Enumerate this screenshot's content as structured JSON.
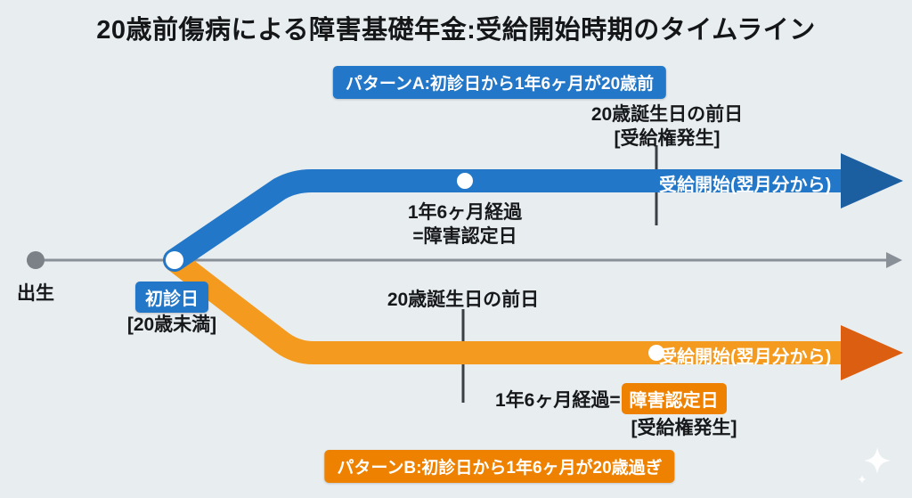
{
  "title": "20歳前傷病による障害基礎年金:受給開始時期のタイムライン",
  "colors": {
    "background": "#e8edf0",
    "blue_line": "#2277c8",
    "blue_arrowhead": "#1b5fa0",
    "orange_line": "#f49b1f",
    "orange_arrowhead": "#dc5e10",
    "badge_blue": "#2277c8",
    "badge_orange": "#ee8200",
    "timeline_gray": "#8a9097",
    "marker_line": "#3a3f45",
    "text": "#16181a"
  },
  "pattern_a": {
    "badge_label": "パターンA:初診日から1年6ヶ月が20歳前",
    "milestone_label": "20歳誕生日の前日",
    "milestone_sub": "[受給権発生]",
    "elapsed_line1": "1年6ヶ月経過",
    "elapsed_line2": "=障害認定日",
    "arrow_label": "受給開始(翌月分から)"
  },
  "pattern_b": {
    "badge_label": "パターンB:初診日から1年6ヶ月が20歳過ぎ",
    "milestone_label": "20歳誕生日の前日",
    "elapsed_prefix": "1年6ヶ月経過=",
    "elapsed_badge": "障害認定日",
    "elapsed_sub": "[受給権発生]",
    "arrow_label": "受給開始(翌月分から)"
  },
  "timeline": {
    "birth_label": "出生",
    "first_exam_label": "初診日",
    "first_exam_sub": "[20歳未満]"
  },
  "icons": {
    "sparkle": "sparkle-logo"
  }
}
